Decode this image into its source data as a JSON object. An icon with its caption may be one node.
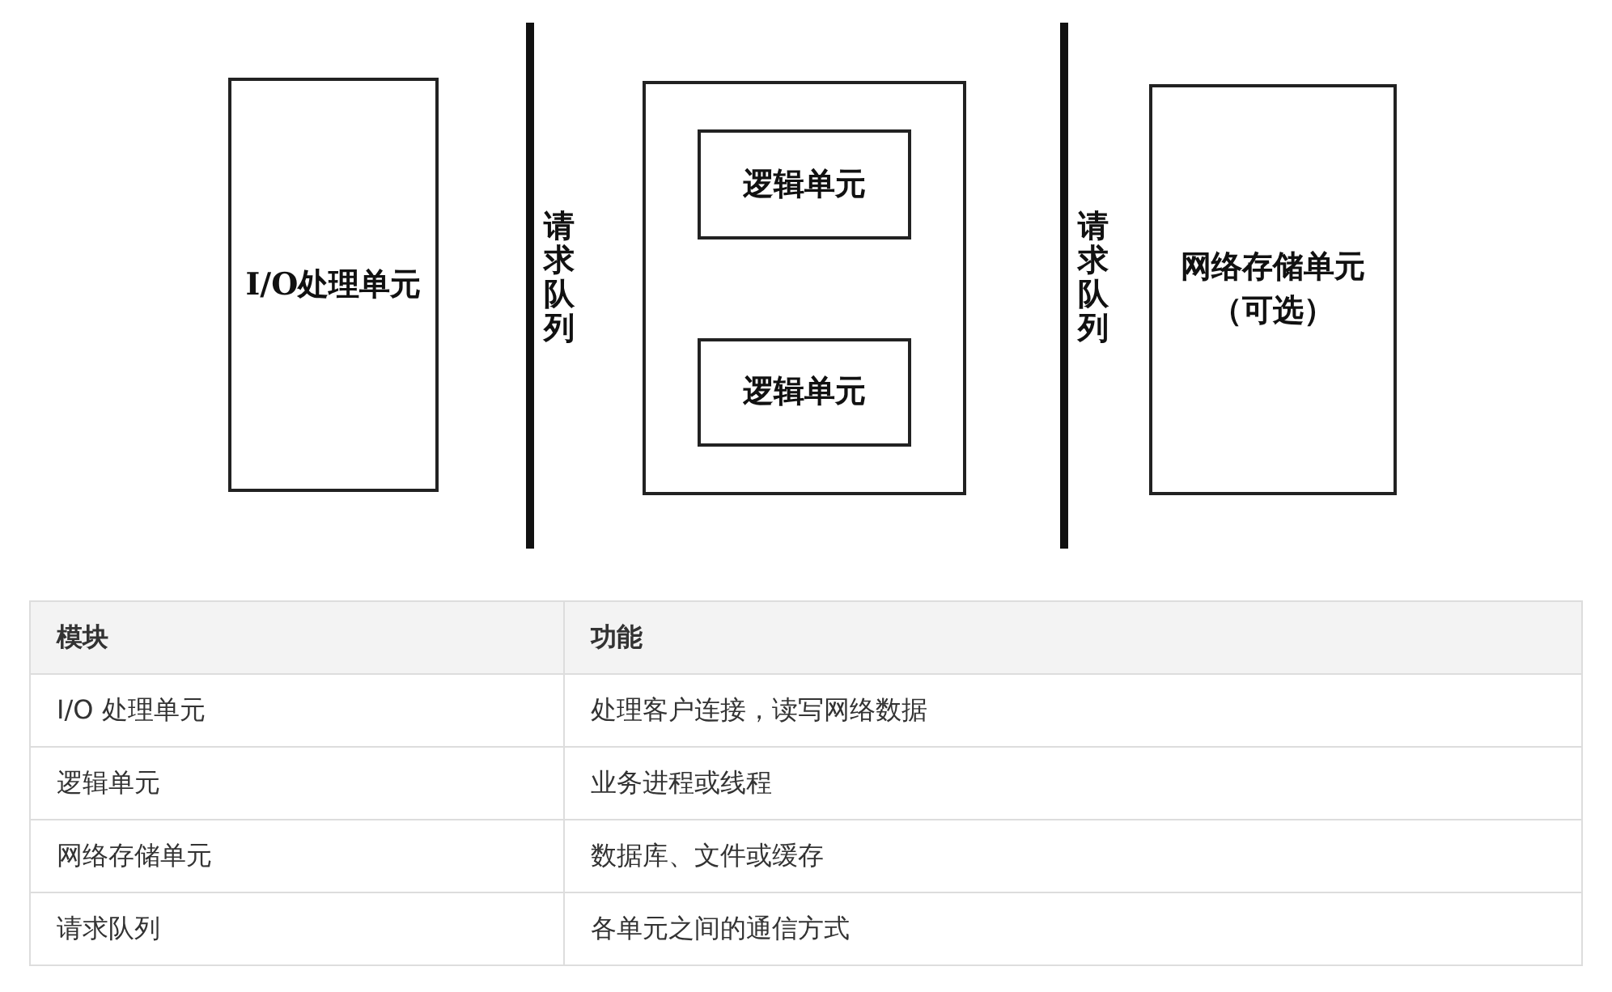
{
  "diagram": {
    "nodes": [
      {
        "text": [
          "I/O处理单元"
        ]
      },
      {
        "text": [],
        "shape": "box"
      },
      {
        "text": [
          "逻辑单元"
        ],
        "in": 1
      },
      {
        "text": [
          "逻辑单元"
        ],
        "in": 1
      },
      {
        "text": [
          "网络存储单元（可选）"
        ]
      }
    ],
    "labels": [
      "请求队列",
      "请求队列",
      "模块",
      "功能",
      "I/O 处理单元",
      "处理客户连接，读写网络数据",
      "逻辑单元",
      "业务进程或线程",
      "网络存储单元",
      "数据库、文件或缓存",
      "请求队列",
      "各单元之间的通信方式"
    ]
  }
}
